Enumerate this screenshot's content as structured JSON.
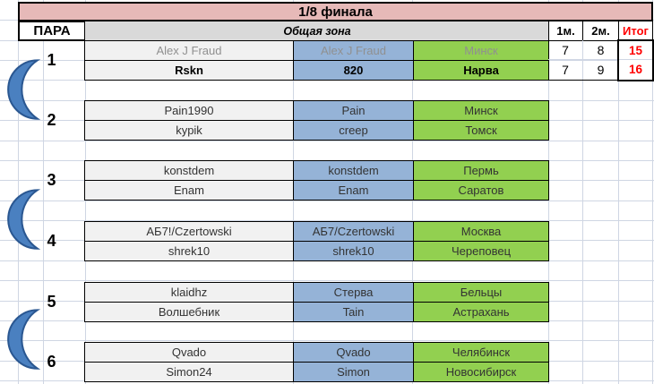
{
  "title": "1/8 финала",
  "columns": {
    "pair": "ПАРА",
    "zone": "Общая зона",
    "m1": "1м.",
    "m2": "2м.",
    "total": "Итог"
  },
  "colors": {
    "title_bg": "#e6b9b8",
    "zone_bg": "#d9d9d9",
    "name_bg": "#f1f1f1",
    "nick_bg": "#95b3d7",
    "city_bg": "#92d050",
    "total_text": "#ff0000",
    "moon_fill": "#4a80c0",
    "moon_stroke": "#2a5791"
  },
  "pairs": [
    {
      "num": "1",
      "players": [
        {
          "name": "Alex J Fraud",
          "nick": "Alex J Fraud",
          "city": "Минск",
          "m1": "7",
          "m2": "8",
          "total": "15"
        },
        {
          "name": "Rskn",
          "nick": "820",
          "city": "Нарва",
          "m1": "7",
          "m2": "9",
          "total": "16"
        }
      ]
    },
    {
      "num": "2",
      "players": [
        {
          "name": "Pain1990",
          "nick": "Pain",
          "city": "Минск"
        },
        {
          "name": "kypik",
          "nick": "creep",
          "city": "Томск"
        }
      ]
    },
    {
      "num": "3",
      "players": [
        {
          "name": "konstdem",
          "nick": "konstdem",
          "city": "Пермь"
        },
        {
          "name": "Enam",
          "nick": "Enam",
          "city": "Саратов"
        }
      ]
    },
    {
      "num": "4",
      "players": [
        {
          "name": "АБ7!/Czertowski",
          "nick": "АБ7/Czertowski",
          "city": "Москва"
        },
        {
          "name": "shrek10",
          "nick": "shrek10",
          "city": "Череповец"
        }
      ]
    },
    {
      "num": "5",
      "players": [
        {
          "name": "klaidhz",
          "nick": "Стерва",
          "city": "Бельцы"
        },
        {
          "name": "Волшебник",
          "nick": "Tain",
          "city": "Астрахань"
        }
      ]
    },
    {
      "num": "6",
      "players": [
        {
          "name": "Qvado",
          "nick": "Qvado",
          "city": "Челябинск"
        },
        {
          "name": "Simon24",
          "nick": "Simon",
          "city": "Новосибирск"
        }
      ]
    }
  ]
}
